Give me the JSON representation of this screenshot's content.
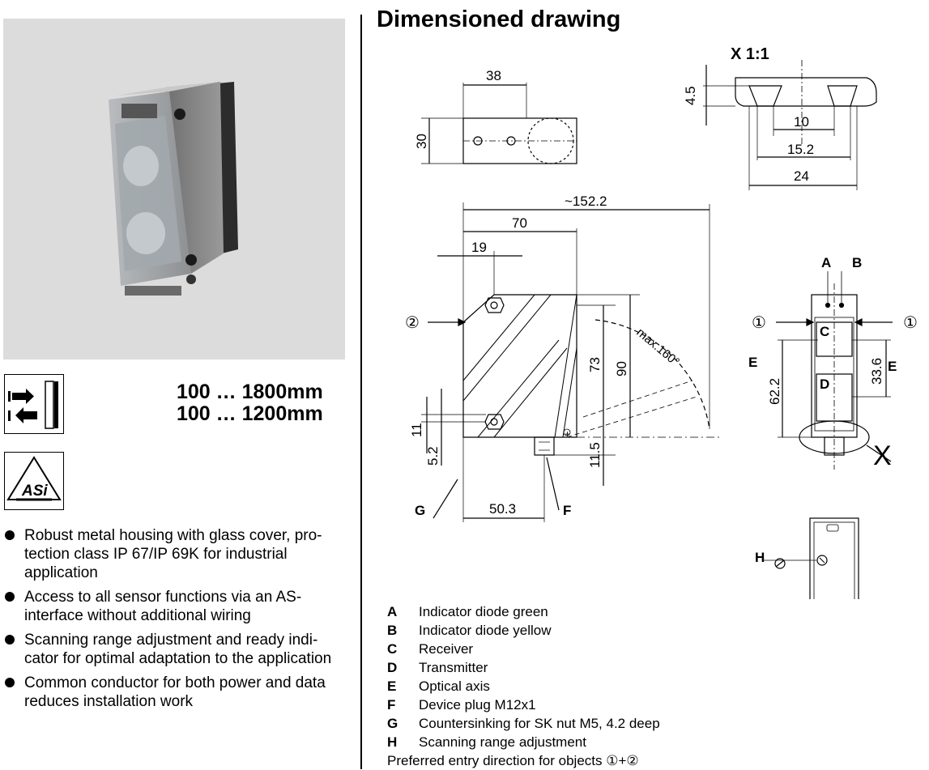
{
  "page": {
    "title": "Dimensioned drawing",
    "ranges": [
      "100 … 1800mm",
      "100 … 1200mm"
    ],
    "icons": [
      "scanning-arrows-icon",
      "asi-logo-icon"
    ],
    "asi_logo_text": "ASi"
  },
  "features": [
    "Robust metal housing with glass cover, pro-tection class IP 67/IP 69K for industrial application",
    "Access to all sensor functions via an AS-interface without additional wiring",
    "Scanning range adjustment and ready indi-cator for optimal adaptation to the application",
    "Common conductor for both power and data reduces installation work"
  ],
  "drawing": {
    "scale": "X 1:1",
    "dims": {
      "d38": "38",
      "d30": "30",
      "d4_5": "4.5",
      "d10": "10",
      "d15_2": "15.2",
      "d24": "24",
      "d152": "~152.2",
      "d70": "70",
      "d19": "19",
      "d73": "73",
      "d90": "90",
      "d11": "11",
      "d5_2": "5.2",
      "d11_5": "11.5",
      "d50_3": "50.3",
      "d62_2": "62.2",
      "d33_6": "33.6",
      "angle": "max.160°"
    },
    "markers": {
      "A": "A",
      "B": "B",
      "C": "C",
      "D": "D",
      "E": "E",
      "F": "F",
      "G": "G",
      "H": "H",
      "X": "X",
      "one": "①",
      "two": "②",
      "plus": "+"
    }
  },
  "legend": [
    {
      "key": "A",
      "text": "Indicator diode green"
    },
    {
      "key": "B",
      "text": "Indicator diode yellow"
    },
    {
      "key": "C",
      "text": "Receiver"
    },
    {
      "key": "D",
      "text": "Transmitter"
    },
    {
      "key": "E",
      "text": "Optical axis"
    },
    {
      "key": "F",
      "text": "Device plug M12x1"
    },
    {
      "key": "G",
      "text": "Countersinking for SK nut M5, 4.2 deep"
    },
    {
      "key": "H",
      "text": "Scanning range adjustment"
    }
  ],
  "legend_footer": "Preferred entry direction for objects ①+②"
}
